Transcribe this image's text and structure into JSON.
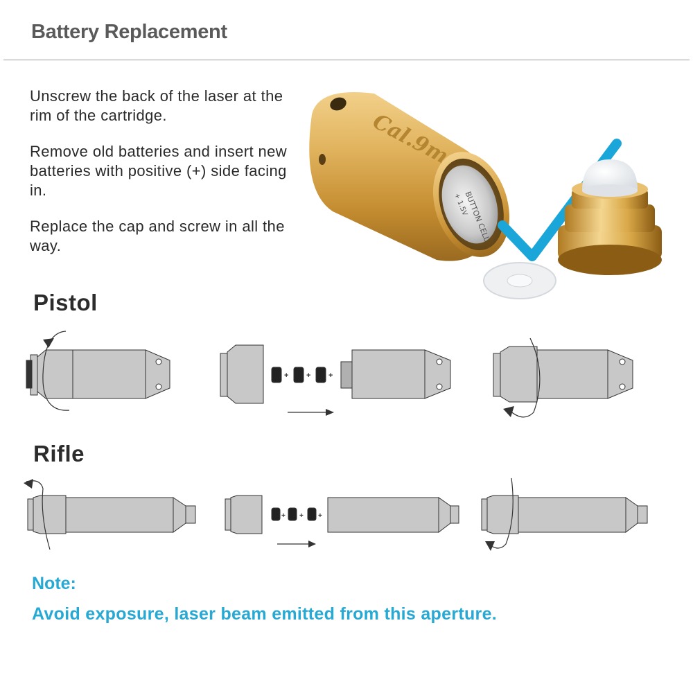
{
  "header": {
    "title": "Battery Replacement"
  },
  "instructions": {
    "step1": "Unscrew the back of the laser at the rim of the cartridge.",
    "step2": "Remove old batteries and insert new batteries with positive (+) side facing in.",
    "step3": "Replace the cap and screw in all the way."
  },
  "photo": {
    "casing_text": "Cal.9mm",
    "battery_text": "BUTTON CELL",
    "battery_marks": "+ 1.5V",
    "check_color": "#1aa6d8",
    "brass_color": "#d3a24a"
  },
  "sections": {
    "pistol": {
      "heading": "Pistol"
    },
    "rifle": {
      "heading": "Rifle"
    }
  },
  "diagram": {
    "plus_sign": "+",
    "body_color": "#c8c8c8",
    "stroke_color": "#333333"
  },
  "note": {
    "label": "Note:",
    "text": "Avoid exposure, laser beam emitted from this aperture.",
    "color": "#27a9d4"
  }
}
